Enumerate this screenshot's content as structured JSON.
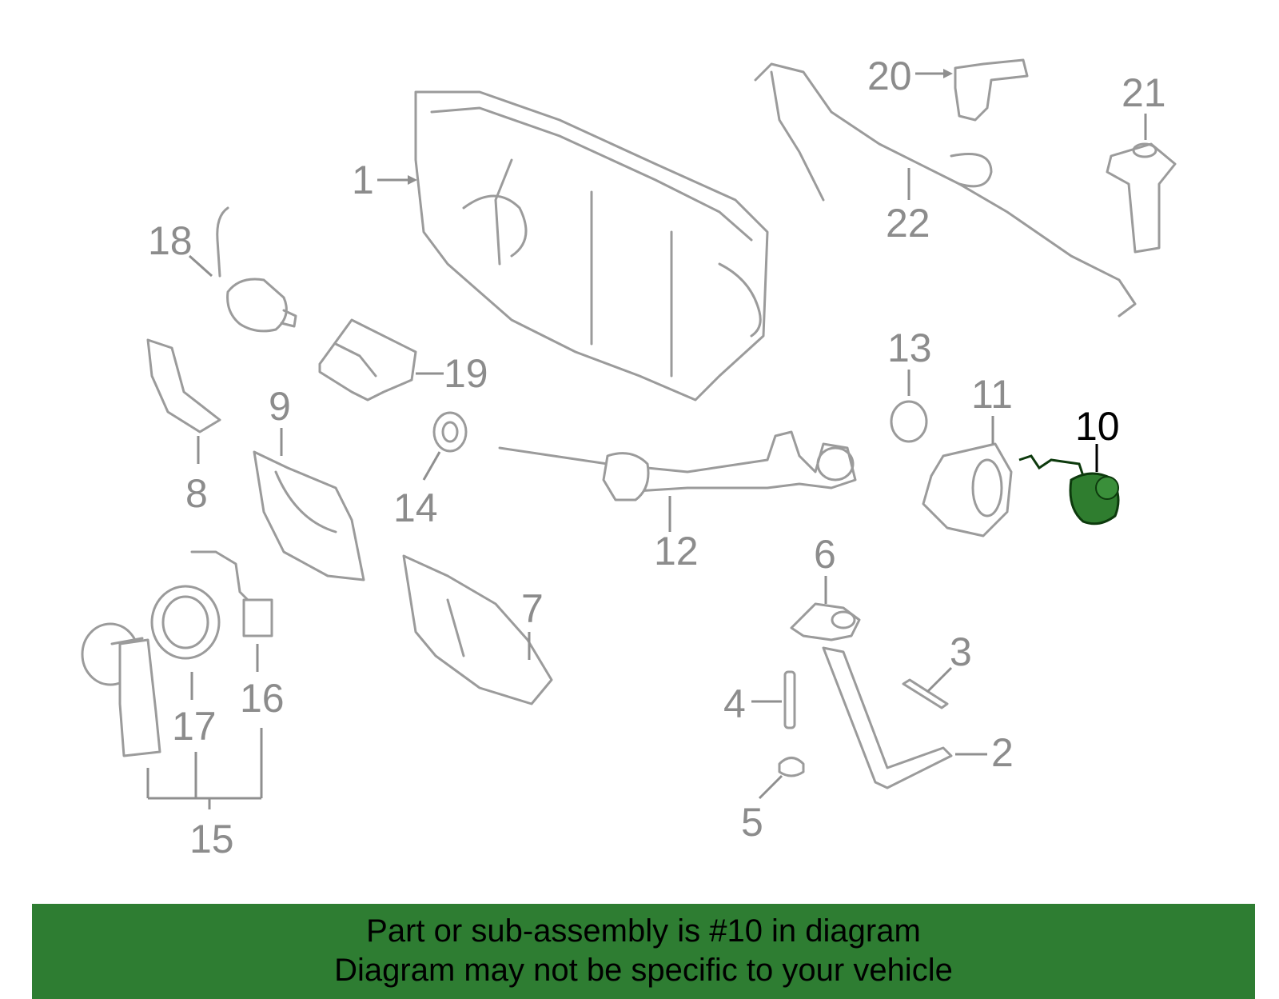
{
  "callouts": [
    "1",
    "2",
    "3",
    "4",
    "5",
    "6",
    "7",
    "8",
    "9",
    "10",
    "11",
    "12",
    "13",
    "14",
    "15",
    "16",
    "17",
    "18",
    "19",
    "20",
    "21",
    "22"
  ],
  "highlighted_callout": "10",
  "banner": {
    "line1": "Part or sub-assembly is #10 in diagram",
    "line2": "Diagram may not be specific to your vehicle"
  },
  "colors": {
    "banner_bg": "#2e7d32",
    "highlight_part": "#2f7d2f",
    "part_stroke": "#9b9b9b",
    "label_gray": "#8c8c8c"
  }
}
